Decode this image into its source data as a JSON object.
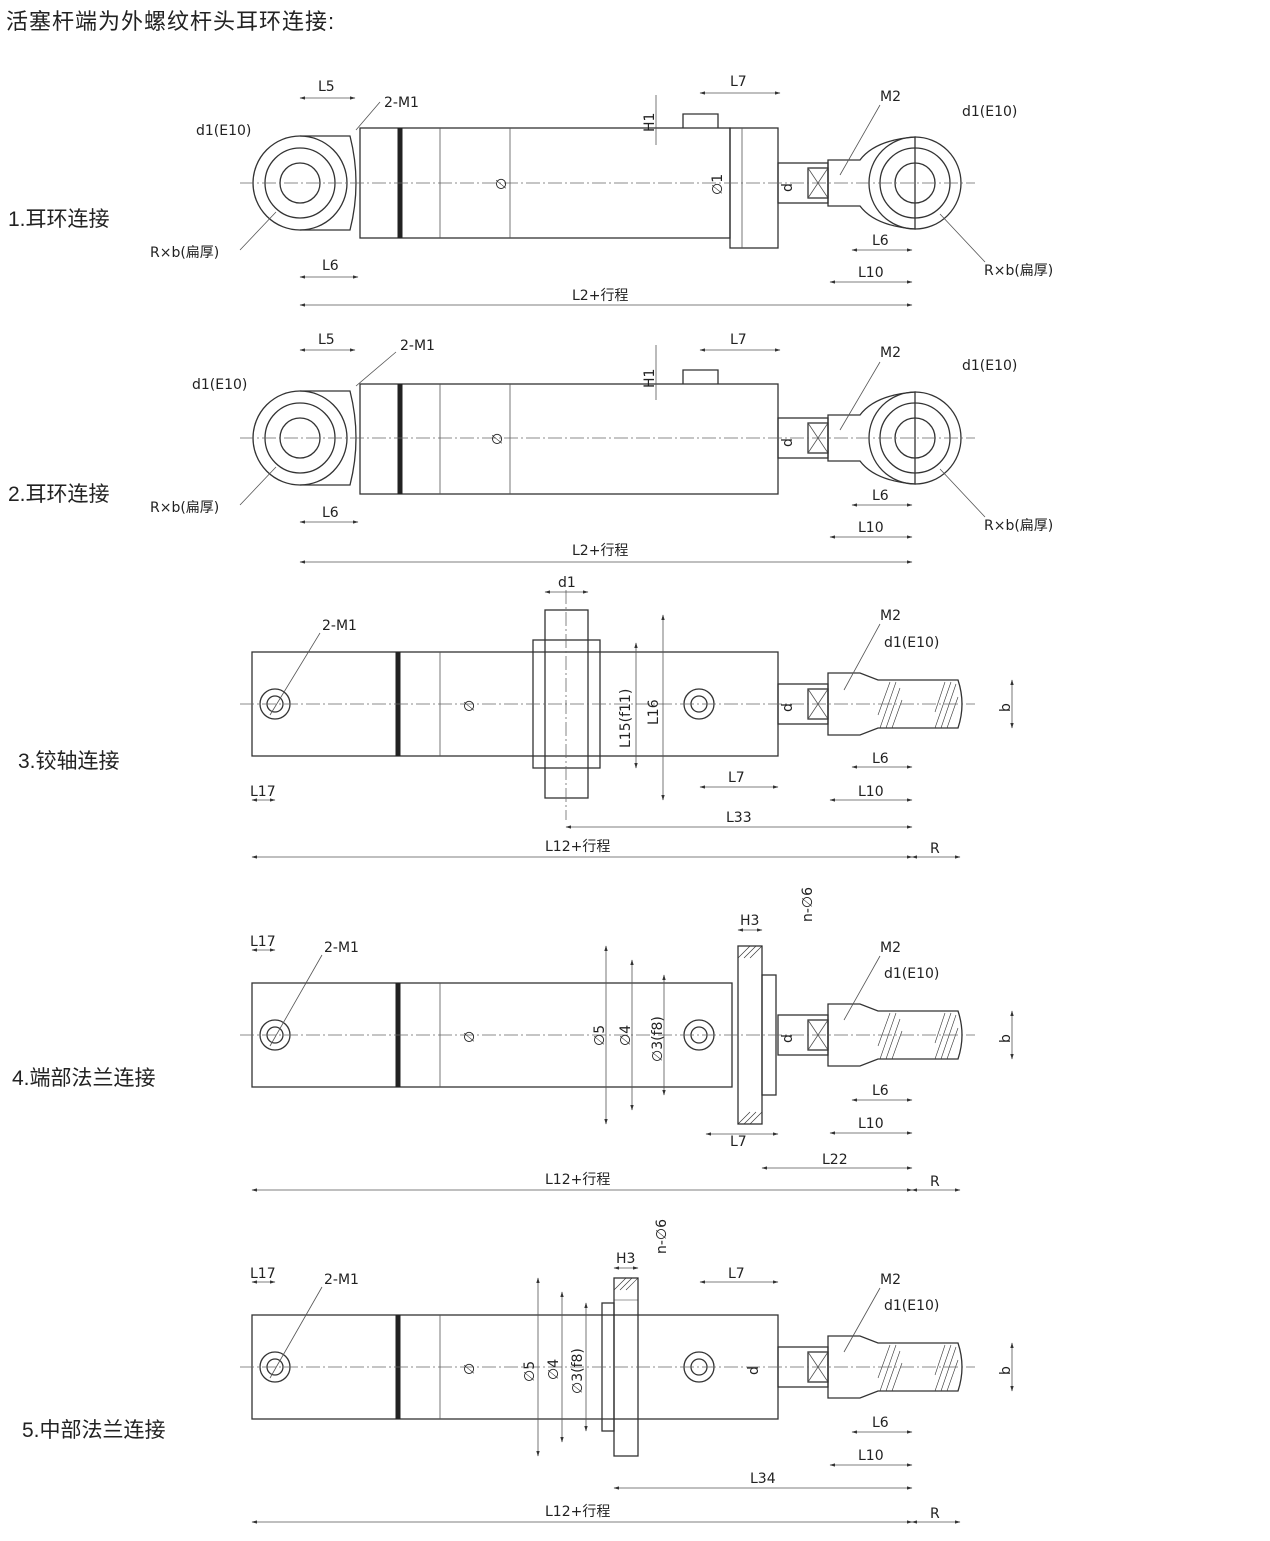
{
  "title": "活塞杆端为外螺纹杆头耳环连接:",
  "sections": [
    {
      "label": "1.耳环连接"
    },
    {
      "label": "2.耳环连接"
    },
    {
      "label": "3.铰轴连接"
    },
    {
      "label": "4.端部法兰连接"
    },
    {
      "label": "5.中部法兰连接"
    }
  ],
  "dims": {
    "L5": "L5",
    "L6": "L6",
    "L7": "L7",
    "L10": "L10",
    "L12_stroke": "L12+行程",
    "L2_stroke": "L2+行程",
    "L15": "L15(f11)",
    "L16": "L16",
    "L17": "L17",
    "L22": "L22",
    "L33": "L33",
    "L34": "L34",
    "H1": "H1",
    "H3": "H3",
    "M1": "2-M1",
    "M2": "M2",
    "d": "d",
    "d1": "d1",
    "d1E10": "d1(E10)",
    "b": "b",
    "R": "R",
    "Rb": "R×b(扁厚)",
    "phi": "∅",
    "phi1": "∅1",
    "phi3": "∅3(f8)",
    "phi4": "∅4",
    "phi5": "∅5",
    "nphi6": "n-∅6"
  }
}
